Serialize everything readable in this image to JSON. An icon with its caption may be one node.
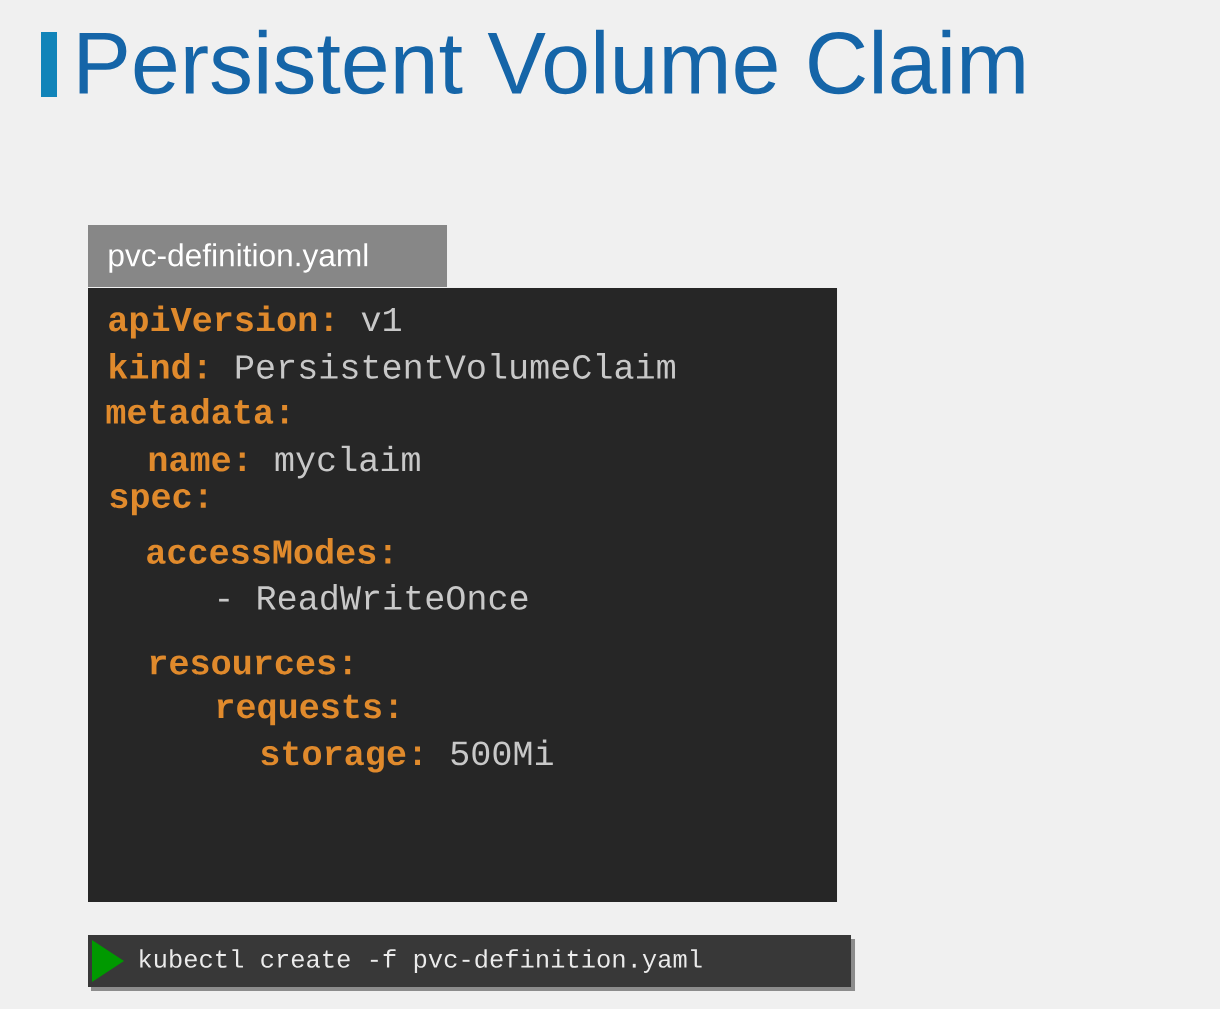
{
  "diagram": {
    "title": "Persistent Volume Claim",
    "nodes": [
      {
        "text": [
          "pvc-definition.yaml"
        ]
      },
      {
        "text": [
          "apiVersion:",
          "v1"
        ],
        "in": 0
      },
      {
        "text": [
          "kind:",
          "PersistentVolumeClaim"
        ],
        "in": 0
      },
      {
        "text": [
          "metadata:"
        ],
        "in": 0
      },
      {
        "text": [
          "name:",
          "myclaim"
        ],
        "in": 0
      },
      {
        "text": [
          "spec:"
        ],
        "in": 0
      },
      {
        "text": [
          "accessModes:"
        ],
        "in": 0
      },
      {
        "text": [
          "- ReadWriteOnce"
        ],
        "in": 0
      },
      {
        "text": [
          "resources:"
        ],
        "in": 0
      },
      {
        "text": [
          "requests:"
        ],
        "in": 0
      },
      {
        "text": [
          "storage:",
          "500Mi"
        ],
        "in": 0
      },
      {
        "text": [
          "kubectl create -f pvc-definition.yaml"
        ]
      }
    ]
  }
}
